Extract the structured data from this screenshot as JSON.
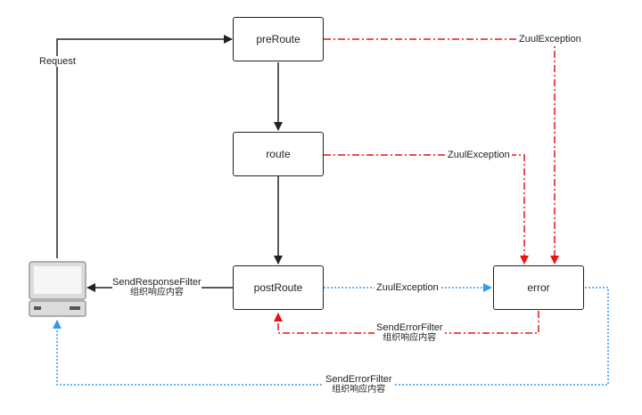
{
  "nodes": {
    "pre_route": "preRoute",
    "route": "route",
    "post_route": "postRoute",
    "error": "error"
  },
  "labels": {
    "request": "Request",
    "zuul_exception_1": "ZuulException",
    "zuul_exception_2": "ZuulException",
    "zuul_exception_3": "ZuulException",
    "send_response_filter": "SendResponseFilter",
    "send_response_sub": "组织响应内容",
    "send_error_filter_1": "SendErrorFilter",
    "send_error_sub_1": "组织响应内容",
    "send_error_filter_2": "SendErrorFilter",
    "send_error_sub_2": "组织响应内容"
  },
  "colors": {
    "normal_flow": "#222222",
    "exception_flow": "#ee1111",
    "error_response_flow": "#3399ee"
  },
  "icons": {
    "client": "computer-icon"
  }
}
